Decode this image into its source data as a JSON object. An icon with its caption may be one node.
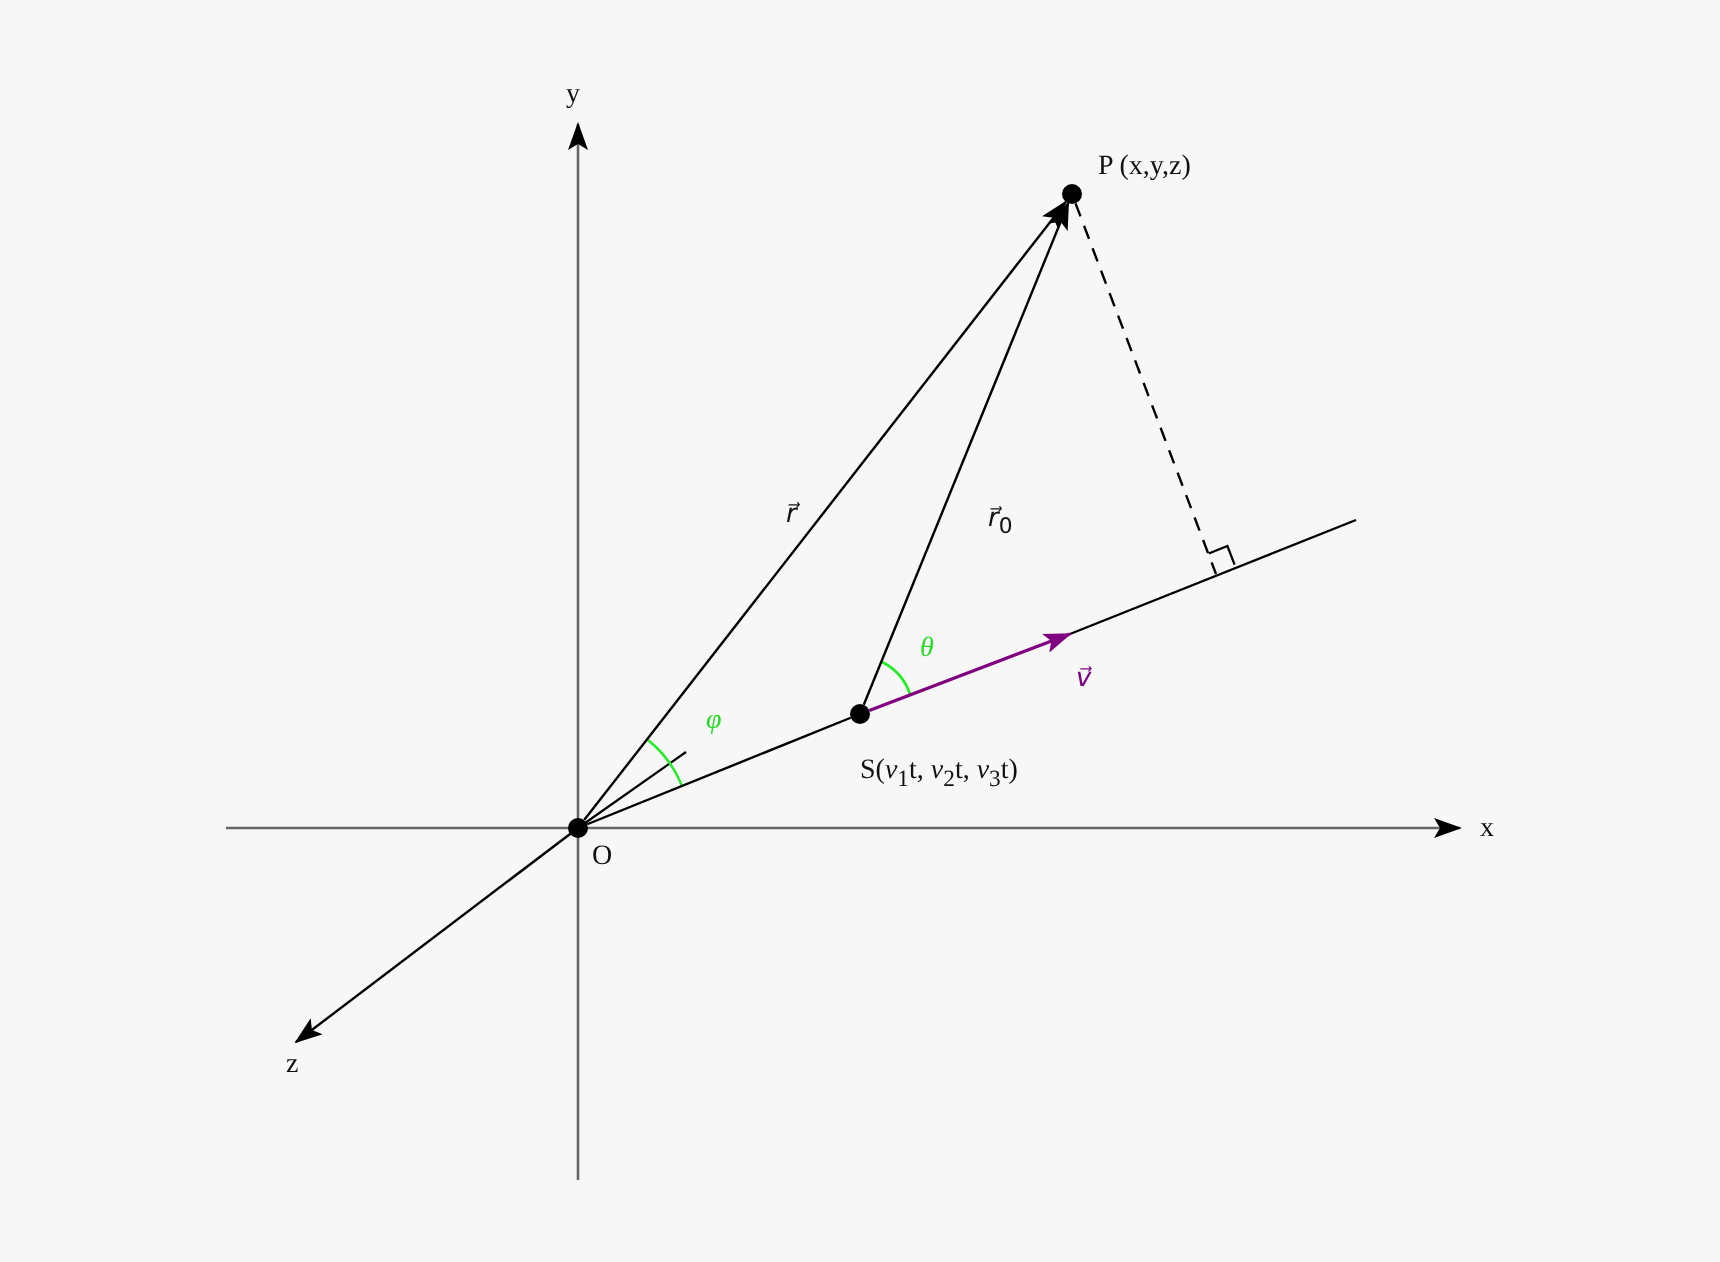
{
  "diagram": {
    "nodes": [
      {
        "text": [
          "O"
        ]
      },
      {
        "text": [
          "S(*v*$_{1}$t, *v*$_{2}$t, *v*$_{3}$t)"
        ]
      },
      {
        "text": [
          "P (x,y,z)"
        ]
      }
    ],
    "edges": [
      {
        "from": 0,
        "to": 2,
        "arrow": "to",
        "label": "*r⃗*"
      },
      {
        "from": 1,
        "to": 2,
        "arrow": "to",
        "label": "*r⃗*$_{0}$"
      },
      {
        "from": 0,
        "to": 1,
        "arrow": "none"
      },
      {
        "from": 1,
        "to": null,
        "arrow": "to",
        "label": "*v⃗*",
        "color": "#800080"
      },
      {
        "from": 2,
        "to": null,
        "arrow": "none",
        "style": "dashed"
      }
    ],
    "labels": [
      "y",
      "*φ*",
      "*θ*",
      "x",
      "z"
    ]
  }
}
